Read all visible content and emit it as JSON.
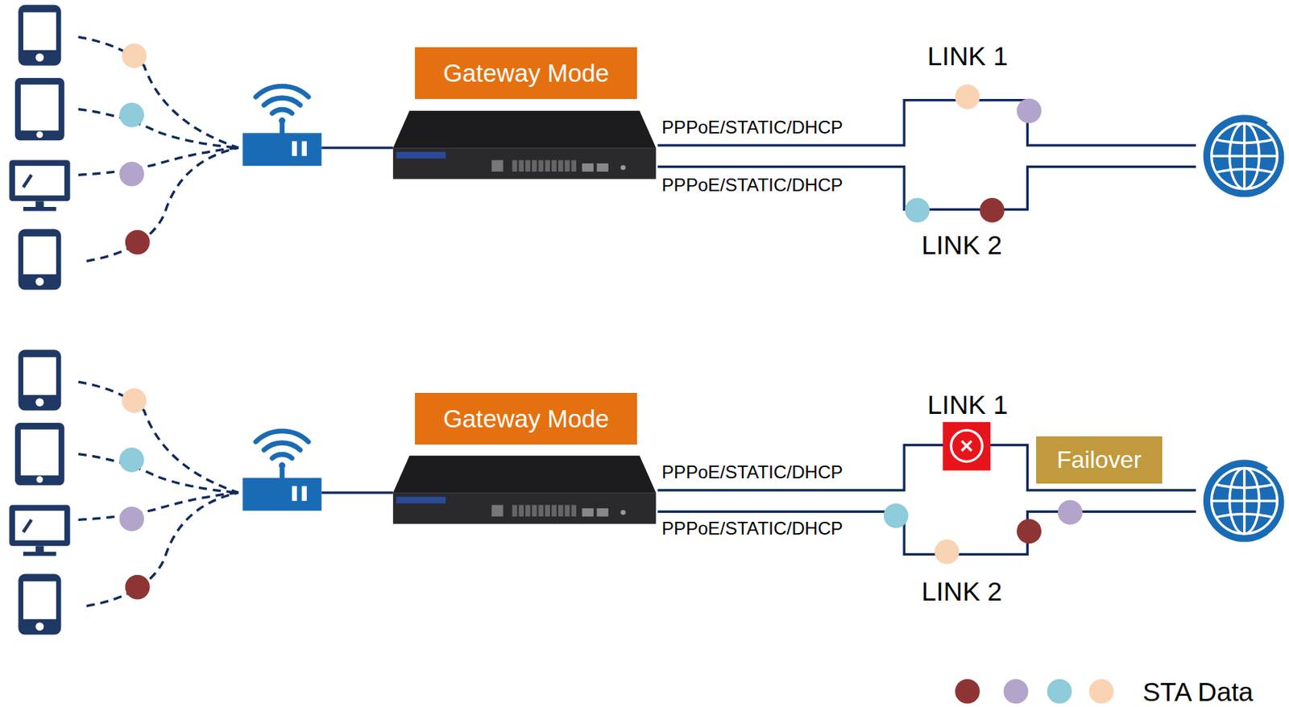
{
  "diagram": {
    "nodes": [
      {
        "text": [
          "Gateway Mode"
        ]
      },
      {
        "text": [
          "Gateway Mode"
        ]
      },
      {
        "text": [
          "Failover"
        ]
      }
    ],
    "labels": [
      "LINK 1",
      "PPPoE/STATIC/DHCP",
      "PPPoE/STATIC/DHCP",
      "LINK 2",
      "LINK 1",
      "PPPoE/STATIC/DHCP",
      "PPPoE/STATIC/DHCP",
      "LINK 2"
    ],
    "legend": [
      {
        "text": "STA Data"
      }
    ]
  }
}
